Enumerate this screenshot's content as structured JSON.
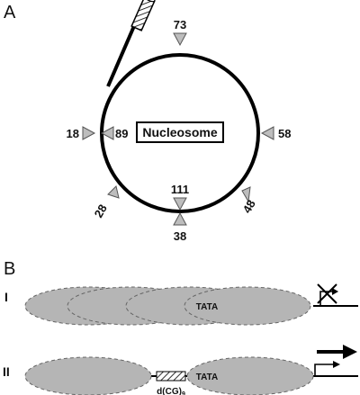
{
  "panel_a": {
    "letter": "A",
    "center_label": "Nucleosome",
    "markers": [
      {
        "label": "73"
      },
      {
        "label": "58"
      },
      {
        "label": "48"
      },
      {
        "label": "38"
      },
      {
        "label": "111"
      },
      {
        "label": "28"
      },
      {
        "label": "18"
      },
      {
        "label": "89"
      }
    ]
  },
  "panel_b": {
    "letter": "B",
    "row_1": {
      "label": "I",
      "box_label": "TATA"
    },
    "row_2": {
      "label": "II",
      "box_label": "TATA",
      "insert_label": "d(CG)",
      "insert_subscript": "9"
    }
  },
  "colors": {
    "nucleosome_fill": "#b5b5b5",
    "marker_fill": "#bdbdbd",
    "line": "#000000"
  }
}
